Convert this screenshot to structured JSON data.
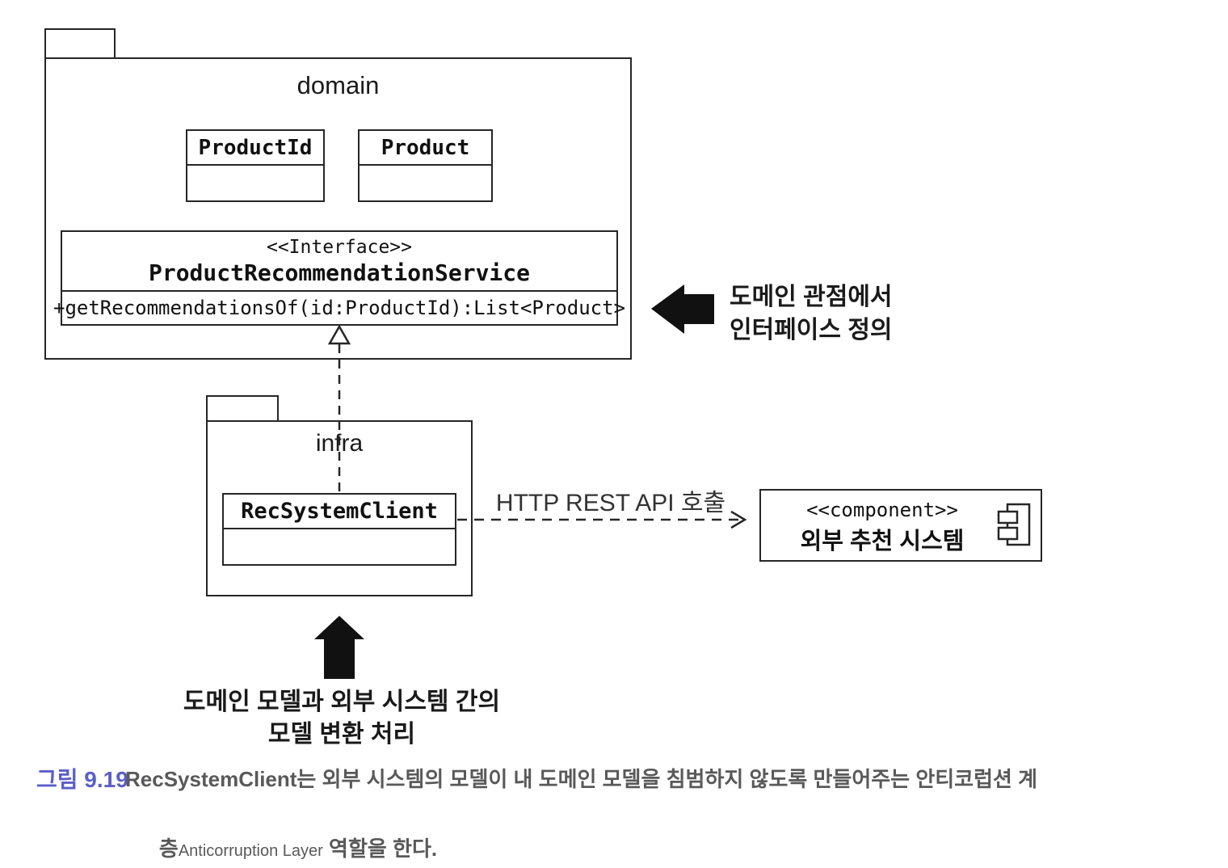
{
  "colors": {
    "stroke": "#262626",
    "arrow_fill": "#111111",
    "caption_label": "#5b5fc7",
    "caption_text": "#595959"
  },
  "domain_package": {
    "name": "domain",
    "classes": [
      {
        "name": "ProductId"
      },
      {
        "name": "Product"
      }
    ],
    "interface": {
      "stereotype": "<<Interface>>",
      "name": "ProductRecommendationService",
      "method": "+getRecommendationsOf(id:ProductId):List<Product>"
    }
  },
  "infra_package": {
    "name": "infra",
    "client_class": {
      "name": "RecSystemClient"
    }
  },
  "external_component": {
    "stereotype": "<<component>>",
    "name": "외부 추천 시스템"
  },
  "labels": {
    "rest_api_call": "HTTP REST API 호출"
  },
  "annotations": {
    "interface_note": {
      "line1": "도메인 관점에서",
      "line2": "인터페이스 정의"
    },
    "translation_note": {
      "line1": "도메인 모델과 외부 시스템 간의",
      "line2": "모델 변환 처리"
    }
  },
  "caption": {
    "label": "그림 9.19",
    "line1": "RecSystemClient는 외부 시스템의 모델이 내 도메인 모델을 침범하지 않도록 만들어주는 안티코럽션 계",
    "line2_prefix": "층",
    "line2_en": "Anticorruption Layer",
    "line2_suffix": " 역할을 한다."
  }
}
